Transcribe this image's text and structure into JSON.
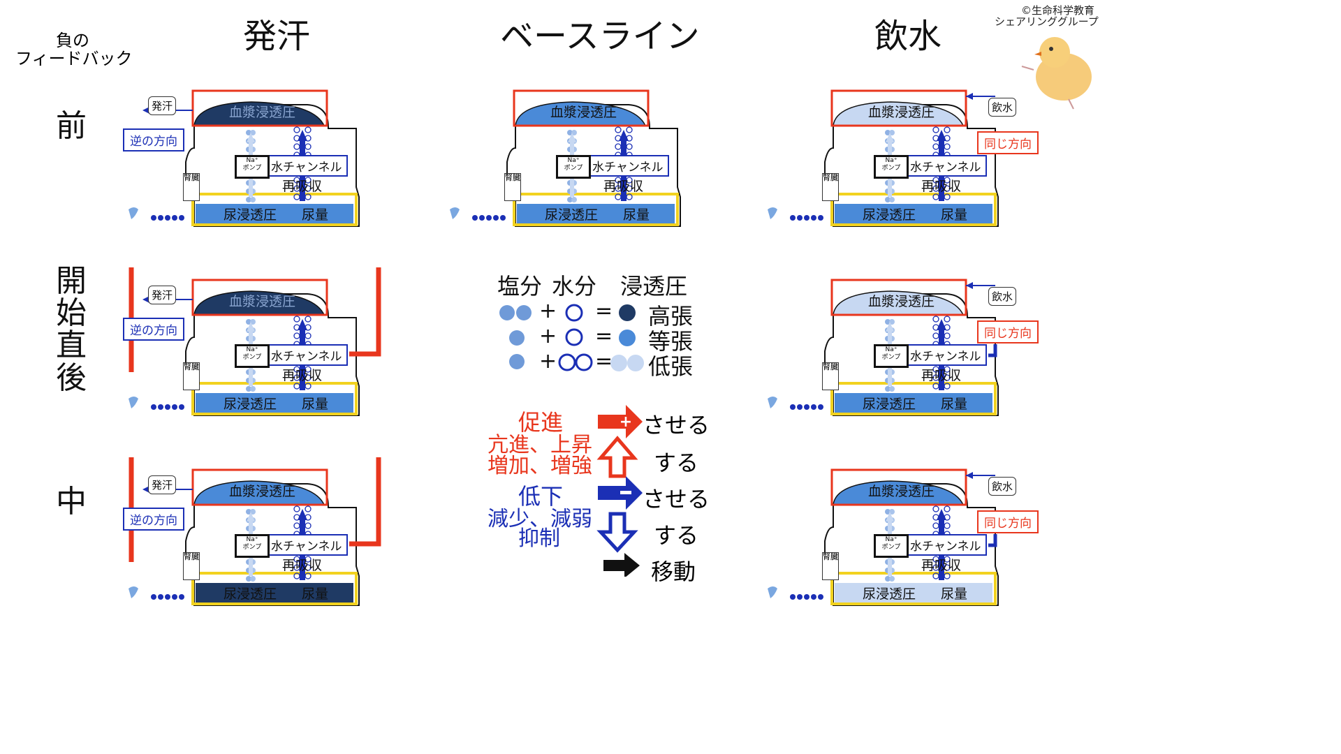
{
  "header": {
    "left_title": "発汗",
    "center_title": "ベースライン",
    "right_title": "飲水",
    "credit_line1": "©生命科学教育",
    "credit_line2": "シェアリンググループ"
  },
  "feedback_label": {
    "line1": "負の",
    "line2": "フィードバック"
  },
  "row_labels": {
    "before": "前",
    "after_start": "開始直後",
    "during": "中"
  },
  "diagram_text": {
    "plasma_osmotic": "血漿浸透圧",
    "urine_osmotic": "尿浸透圧",
    "urine_volume": "尿量",
    "water_channel": "水チャンネル",
    "reabsorption": "再吸収",
    "kidney": "腎臓",
    "na_pump_line1": "Na⁺",
    "na_pump_line2": "ポンプ",
    "sweat": "発汗",
    "drink": "飲水",
    "opposite_direction": "逆の方向",
    "same_direction": "同じ方向"
  },
  "legend": {
    "col_salt": "塩分",
    "col_water": "水分",
    "col_osmotic": "浸透圧",
    "plus": "+",
    "equals": "=",
    "hypertonic": "高張",
    "isotonic": "等張",
    "hypotonic": "低張"
  },
  "actions": {
    "promote": "促進",
    "increase_words_1": "亢進、上昇",
    "increase_words_2": "増加、増強",
    "decrease_title": "低下",
    "decrease_words_1": "減少、減弱",
    "decrease_words_2": "抑制",
    "make": "させる",
    "do": "する",
    "move": "移動"
  },
  "colors": {
    "red": "#e8361d",
    "blue": "#1b2fb5",
    "dark_navy": "#1f3a64",
    "mid_blue": "#4a8ad8",
    "light_blue": "#c7d8f2",
    "yellow": "#f2d21f"
  }
}
